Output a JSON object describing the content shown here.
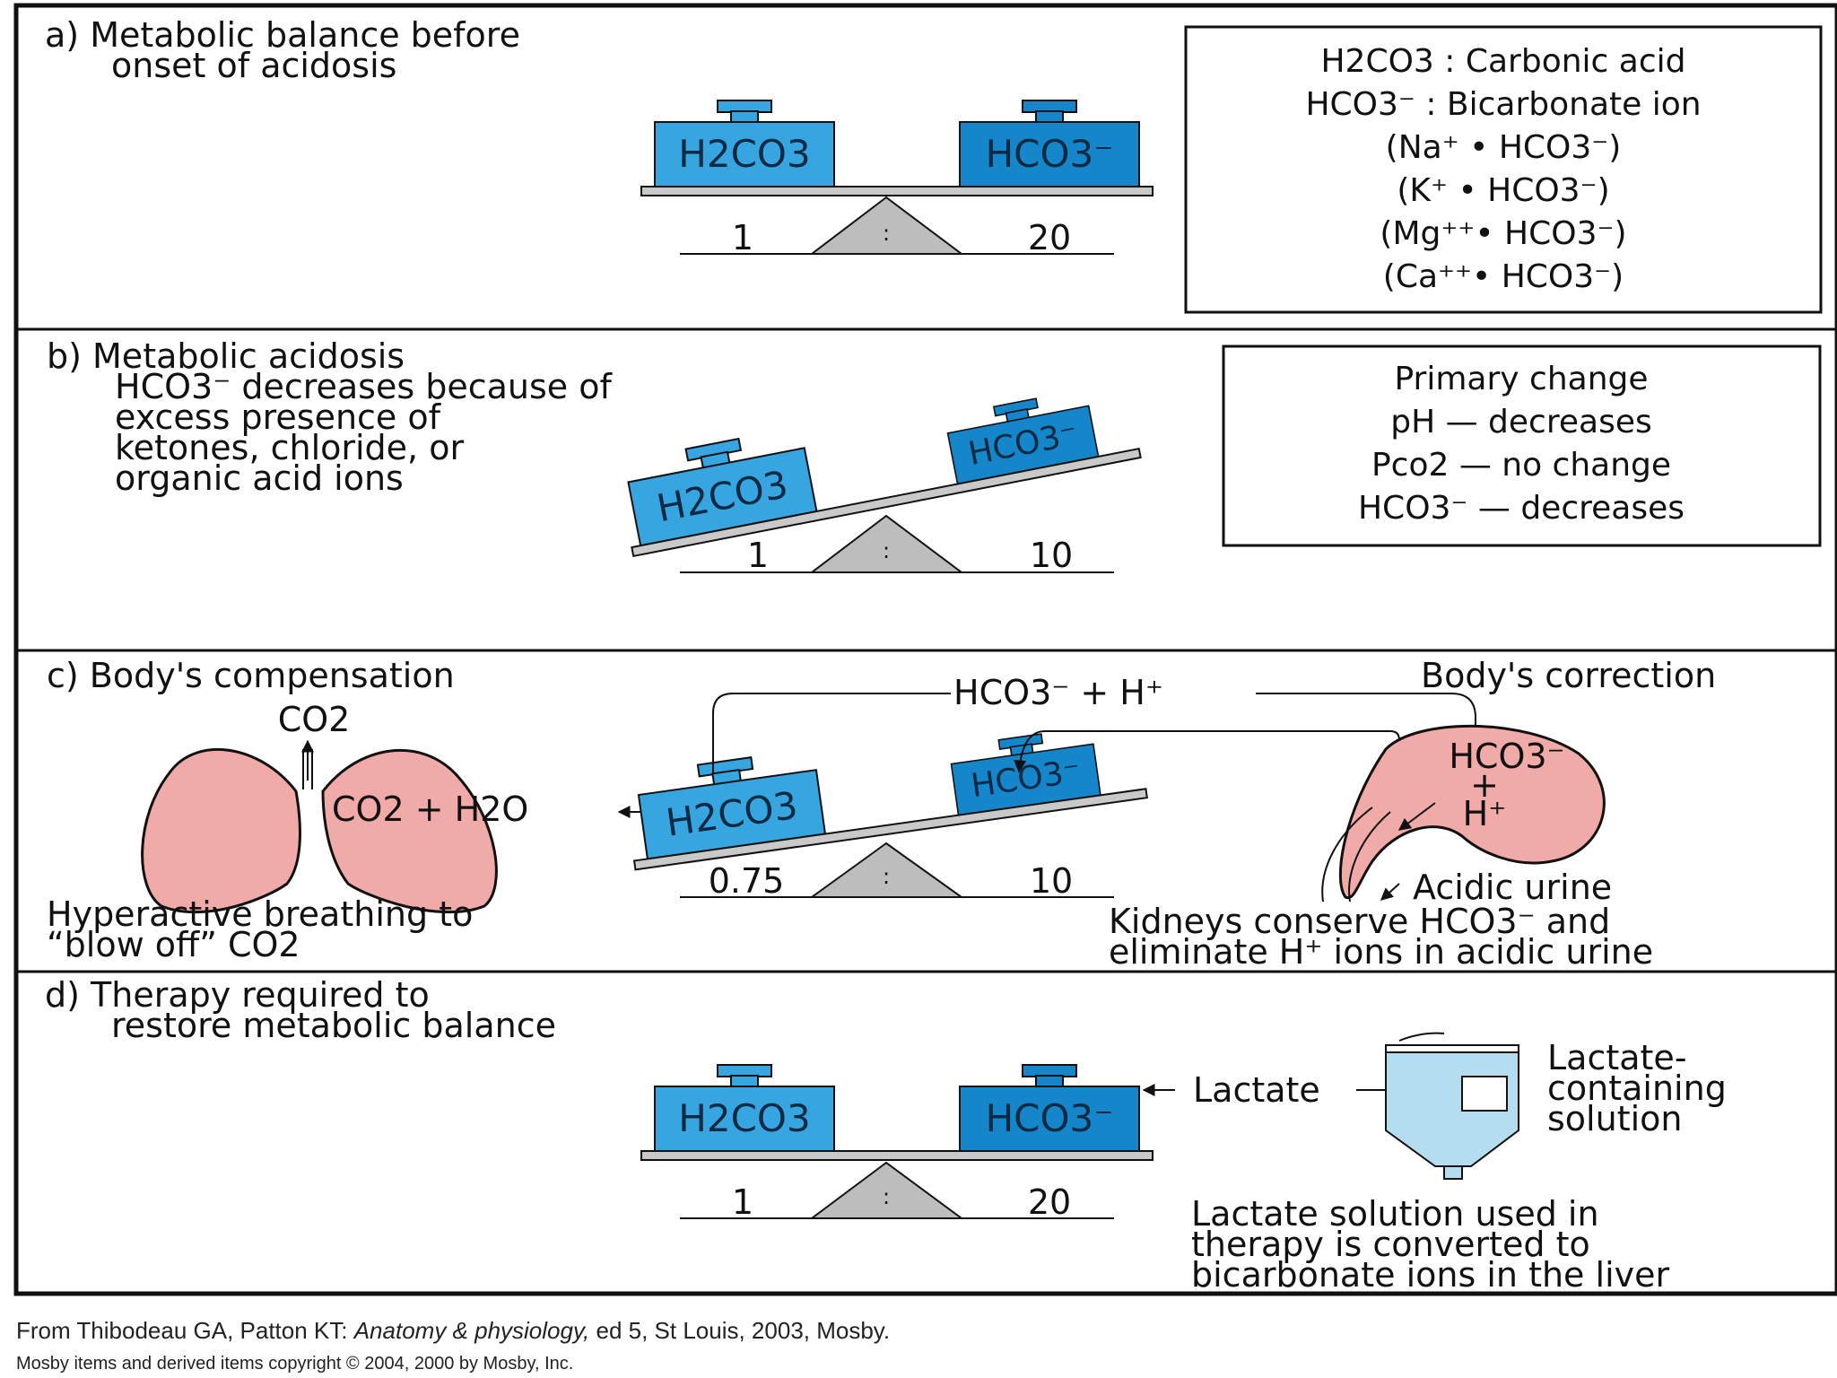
{
  "legend_box": {
    "h2co3": "H2CO3 : Carbonic acid",
    "hco3": "HCO3⁻ : Bicarbonate ion",
    "na": "(Na⁺ • HCO3⁻)",
    "k": "(K⁺ • HCO3⁻)",
    "mg": "(Mg⁺⁺• HCO3⁻)",
    "ca": "(Ca⁺⁺• HCO3⁻)"
  },
  "weights": {
    "acid": "H2CO3",
    "base": "HCO3⁻"
  },
  "panel_a": {
    "title_line1": "a) Metabolic balance before",
    "title_line2": "onset of acidosis",
    "left_ratio": "1",
    "right_ratio": "20",
    "colon": ":"
  },
  "panel_b": {
    "title_line1": "b) Metabolic acidosis",
    "title_line2": "HCO3⁻ decreases because of",
    "title_line3": "excess presence of",
    "title_line4": "ketones, chloride, or",
    "title_line5": "organic acid ions",
    "left_ratio": "1",
    "right_ratio": "10",
    "colon": ":",
    "change_box": {
      "heading": "Primary change",
      "ph": "pH — decreases",
      "pco2": "Pco2 — no change",
      "hco3": "HCO3⁻ — decreases"
    }
  },
  "panel_c": {
    "title": "c) Body's compensation",
    "lungs_co2": "CO2",
    "lungs_reaction": "CO2 + H2O",
    "breathing_line1": "Hyperactive breathing to",
    "breathing_line2": "“blow off” CO2",
    "arrow_label": "HCO3⁻ + H⁺",
    "correction": "Body's correction",
    "kidney_hco3": "HCO3⁻",
    "kidney_plus": "+",
    "kidney_h": "H⁺",
    "acidic_urine": "Acidic urine",
    "kidney_line1": "Kidneys conserve HCO3⁻ and",
    "kidney_line2": "eliminate H⁺ ions in acidic urine",
    "left_ratio": "0.75",
    "right_ratio": "10",
    "colon": ":"
  },
  "panel_d": {
    "title_line1": "d) Therapy required to",
    "title_line2": "restore metabolic balance",
    "lactate": "Lactate",
    "solution_line1": "Lactate-",
    "solution_line2": "containing",
    "solution_line3": "solution",
    "note_line1": "Lactate solution used in",
    "note_line2": "therapy is converted to",
    "note_line3": "bicarbonate ions in the liver",
    "left_ratio": "1",
    "right_ratio": "20",
    "colon": ":"
  },
  "footer": {
    "citation_prefix": "From Thibodeau GA, Patton KT: ",
    "citation_title": "Anatomy & physiology,",
    "citation_suffix": " ed 5, St Louis, 2003, Mosby.",
    "copyright": "Mosby items and derived items copyright © 2004, 2000 by Mosby, Inc."
  },
  "colors": {
    "acid_weight": "#37a6e0",
    "base_weight": "#1486c9",
    "beam": "#c9c9c9",
    "fulcrum": "#bdbdbd",
    "lung": "#f0aaa8",
    "kidney": "#f0aaa8",
    "iv_bag": "#b4def0"
  }
}
